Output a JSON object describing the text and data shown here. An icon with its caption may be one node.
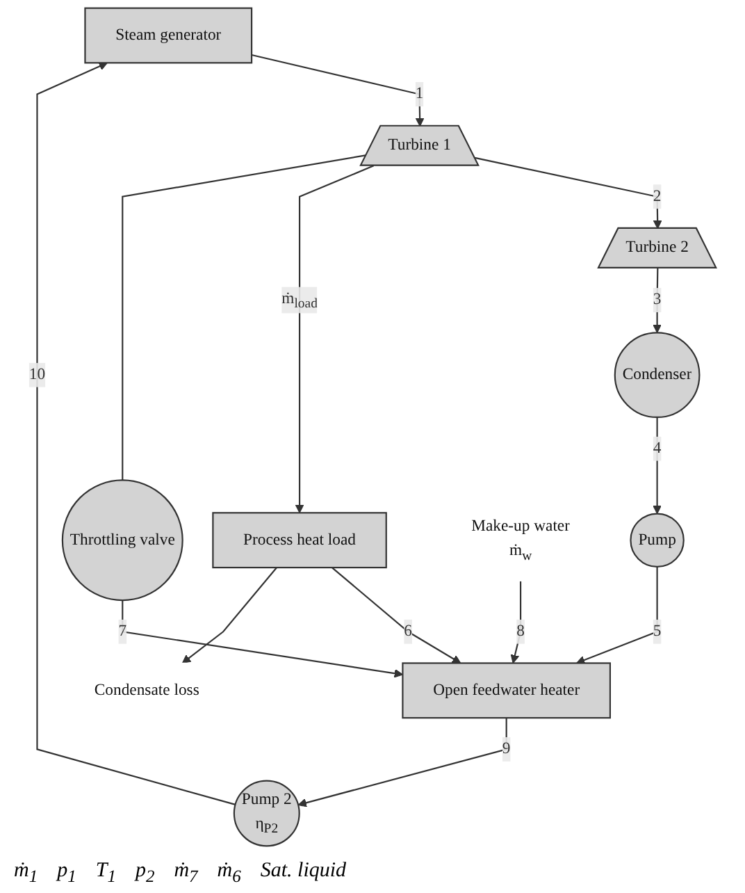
{
  "diagram": {
    "nodes": [
      {
        "text": [
          "Steam generator"
        ]
      },
      {
        "text": [
          "Turbine 1"
        ]
      },
      {
        "text": [
          "Turbine 2"
        ]
      },
      {
        "text": [
          "Throttling valve"
        ]
      },
      {
        "text": [
          "Process heat load"
        ]
      },
      {
        "text": [
          "Condenser"
        ]
      },
      {
        "text": [
          "Open feedwater heater"
        ]
      },
      {
        "text": [
          "Pump"
        ]
      },
      {
        "text": [
          "Pump 2",
          "η$_{P2}$"
        ]
      },
      {
        "text": [
          "Make-up water",
          "ṁ$_{w}$"
        ]
      },
      {
        "text": [
          "Condensate loss"
        ]
      }
    ],
    "edges": [
      {
        "from": 0,
        "to": 1,
        "arrow": "to",
        "label": "1"
      },
      {
        "from": 1,
        "to": 2,
        "arrow": "to",
        "label": "2"
      },
      {
        "from": 1,
        "to": 4,
        "arrow": "to",
        "label": "ṁ$_{load}$"
      },
      {
        "from": 1,
        "to": 3,
        "arrow": "none"
      },
      {
        "from": 2,
        "to": 5,
        "arrow": "to",
        "label": "3"
      },
      {
        "from": 3,
        "to": 6,
        "arrow": "to",
        "label": "7"
      },
      {
        "from": 4,
        "to": 6,
        "arrow": "to",
        "label": "6"
      },
      {
        "from": 4,
        "to": 10,
        "arrow": "to"
      },
      {
        "from": 5,
        "to": 7,
        "arrow": "to",
        "label": "4"
      },
      {
        "from": 7,
        "to": 6,
        "arrow": "to",
        "label": "5"
      },
      {
        "from": 6,
        "to": 8,
        "arrow": "to",
        "label": "9"
      },
      {
        "from": 8,
        "to": 0,
        "arrow": "to",
        "label": "10"
      },
      {
        "from": 9,
        "to": 6,
        "arrow": "to",
        "label": "8"
      }
    ],
    "labels": [
      "ṁ$_{1}$",
      "p$_{1}$",
      "T$_{1}$",
      "p$_{2}$",
      "ṁ$_{7}$",
      "ṁ$_{6}$",
      "Sat. liquid"
    ]
  }
}
